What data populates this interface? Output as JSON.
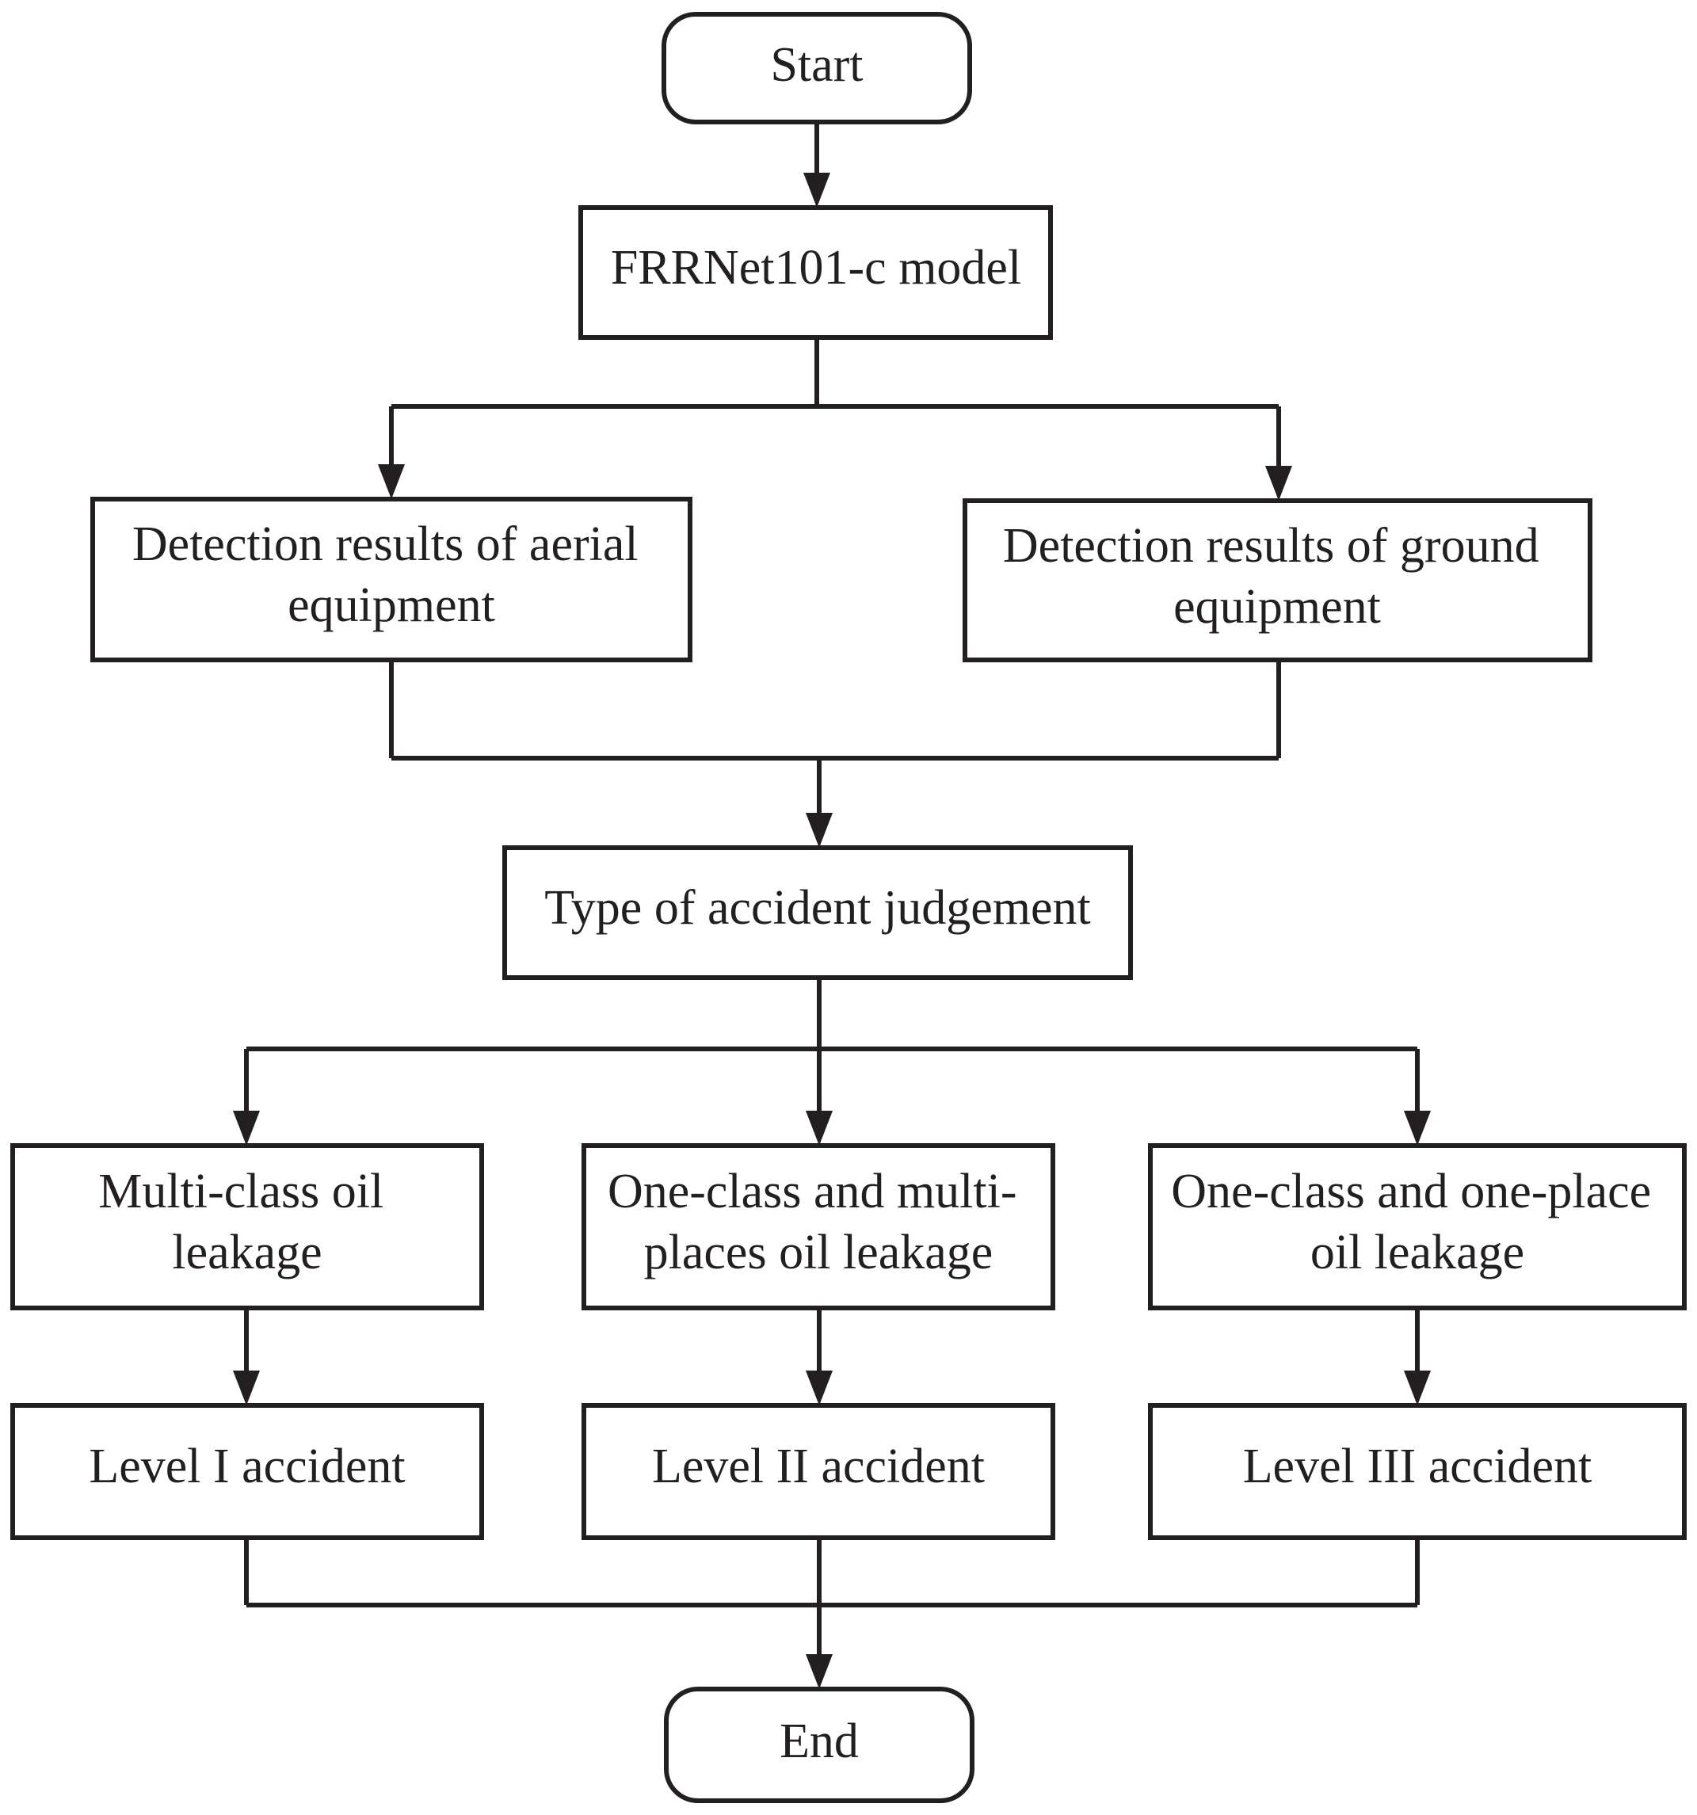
{
  "colors": {
    "stroke": "#231f20",
    "text": "#231f20",
    "background": "#ffffff"
  },
  "nodes": {
    "start": {
      "lines": [
        "Start"
      ]
    },
    "model": {
      "lines": [
        "FRRNet101-c model"
      ]
    },
    "aerial": {
      "lines": [
        "Detection results of aerial",
        "equipment"
      ]
    },
    "ground": {
      "lines": [
        "Detection results of ground",
        "equipment"
      ]
    },
    "judgement": {
      "lines": [
        "Type of accident judgement"
      ]
    },
    "multi_class": {
      "lines": [
        "Multi-class oil",
        "leakage"
      ]
    },
    "one_class_multi": {
      "lines": [
        "One-class and multi-",
        "places oil leakage"
      ]
    },
    "one_class_one": {
      "lines": [
        "One-class and one-place",
        "oil leakage"
      ]
    },
    "level1": {
      "lines": [
        "Level I accident"
      ]
    },
    "level2": {
      "lines": [
        "Level II accident"
      ]
    },
    "level3": {
      "lines": [
        "Level III accident"
      ]
    },
    "end": {
      "lines": [
        "End"
      ]
    }
  }
}
